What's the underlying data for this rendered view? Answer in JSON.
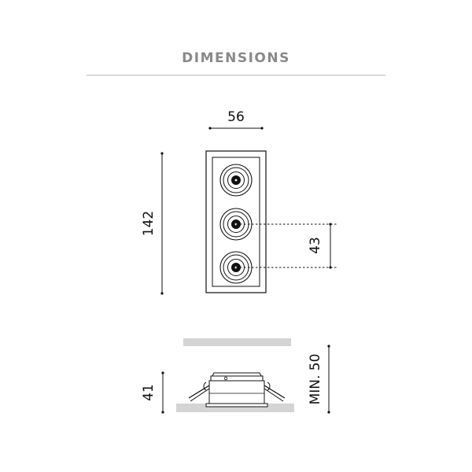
{
  "title": "DIMENSIONS",
  "dimensions": {
    "width": "56",
    "height": "142",
    "spacing": "43",
    "depth": "41",
    "min_cutout_depth": "MIN. 50"
  }
}
